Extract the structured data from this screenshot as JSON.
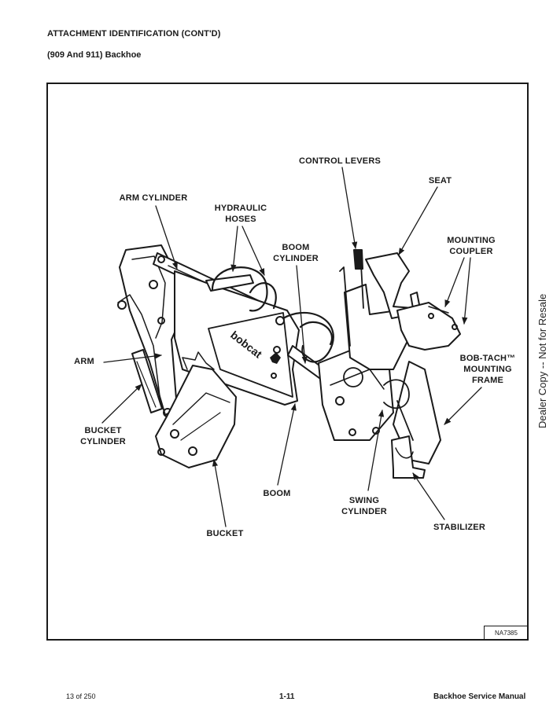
{
  "header": {
    "title": "ATTACHMENT IDENTIFICATION (CONT'D)",
    "subtitle": "(909 And 911) Backhoe"
  },
  "figure": {
    "code": "NA7385",
    "labels": {
      "control_levers": "CONTROL LEVERS",
      "seat": "SEAT",
      "arm_cylinder": "ARM CYLINDER",
      "hydraulic_hoses": "HYDRAULIC\nHOSES",
      "boom_cylinder": "BOOM\nCYLINDER",
      "mounting_coupler": "MOUNTING\nCOUPLER",
      "arm": "ARM",
      "bob_tach_frame": "BOB-TACH™\nMOUNTING\nFRAME",
      "bucket_cylinder": "BUCKET\nCYLINDER",
      "boom": "BOOM",
      "swing_cylinder": "SWING\nCYLINDER",
      "stabilizer": "STABILIZER",
      "bucket": "BUCKET"
    },
    "logo_text": "bobcat"
  },
  "side_note": "Dealer Copy -- Not for Resale",
  "footer": {
    "page_count": "13 of 250",
    "page_number": "1-11",
    "manual_title": "Backhoe Service Manual"
  }
}
